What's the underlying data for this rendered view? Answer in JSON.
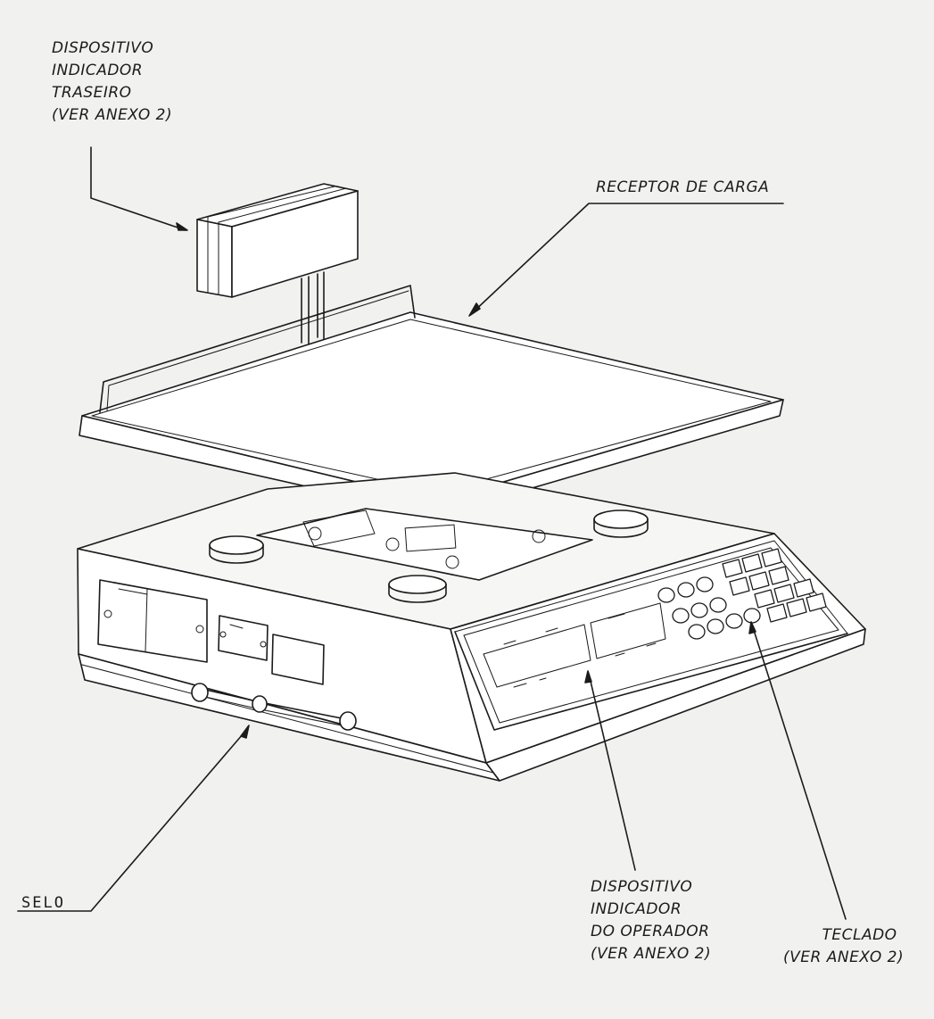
{
  "labels": {
    "rear_indicator": [
      "DISPOSITIVO",
      "INDICADOR",
      "TRASEIRO",
      "(VER ANEXO 2)"
    ],
    "load_receiver": "RECEPTOR DE CARGA",
    "seal": "SELO",
    "operator_indicator": [
      "DISPOSITIVO",
      "INDICADOR",
      "DO OPERADOR",
      "(VER ANEXO 2)"
    ],
    "keyboard": [
      "TECLADO",
      "(VER ANEXO 2)"
    ]
  }
}
